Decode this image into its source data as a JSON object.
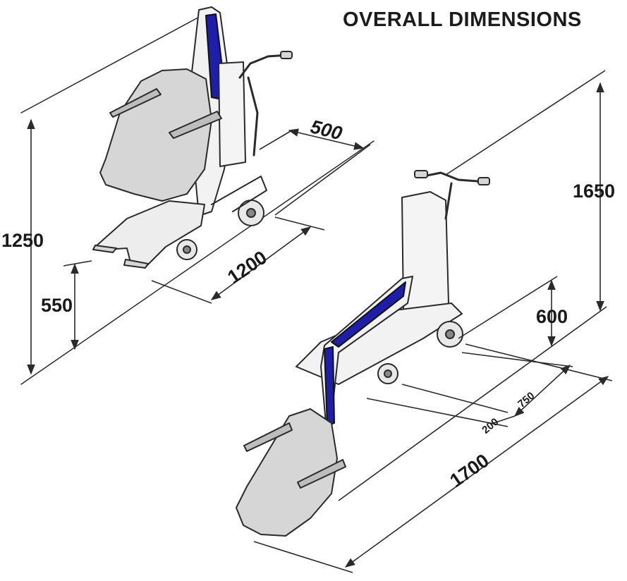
{
  "title": "OVERALL DIMENSIONS",
  "colors": {
    "line": "#2a2a2a",
    "seat_fill": "#d6d6d6",
    "backrest_accent": "#1e1ea8",
    "frame_fill": "#f2f2f2",
    "background": "#ffffff"
  },
  "dimensions": {
    "overall_height_seated": "1250",
    "seat_height": "550",
    "seated_length": "1200",
    "width": "500",
    "overall_height_extended": "1650",
    "platform_height": "600",
    "extended_length": "1700",
    "offset_small": "200",
    "wheelbase": "750"
  }
}
